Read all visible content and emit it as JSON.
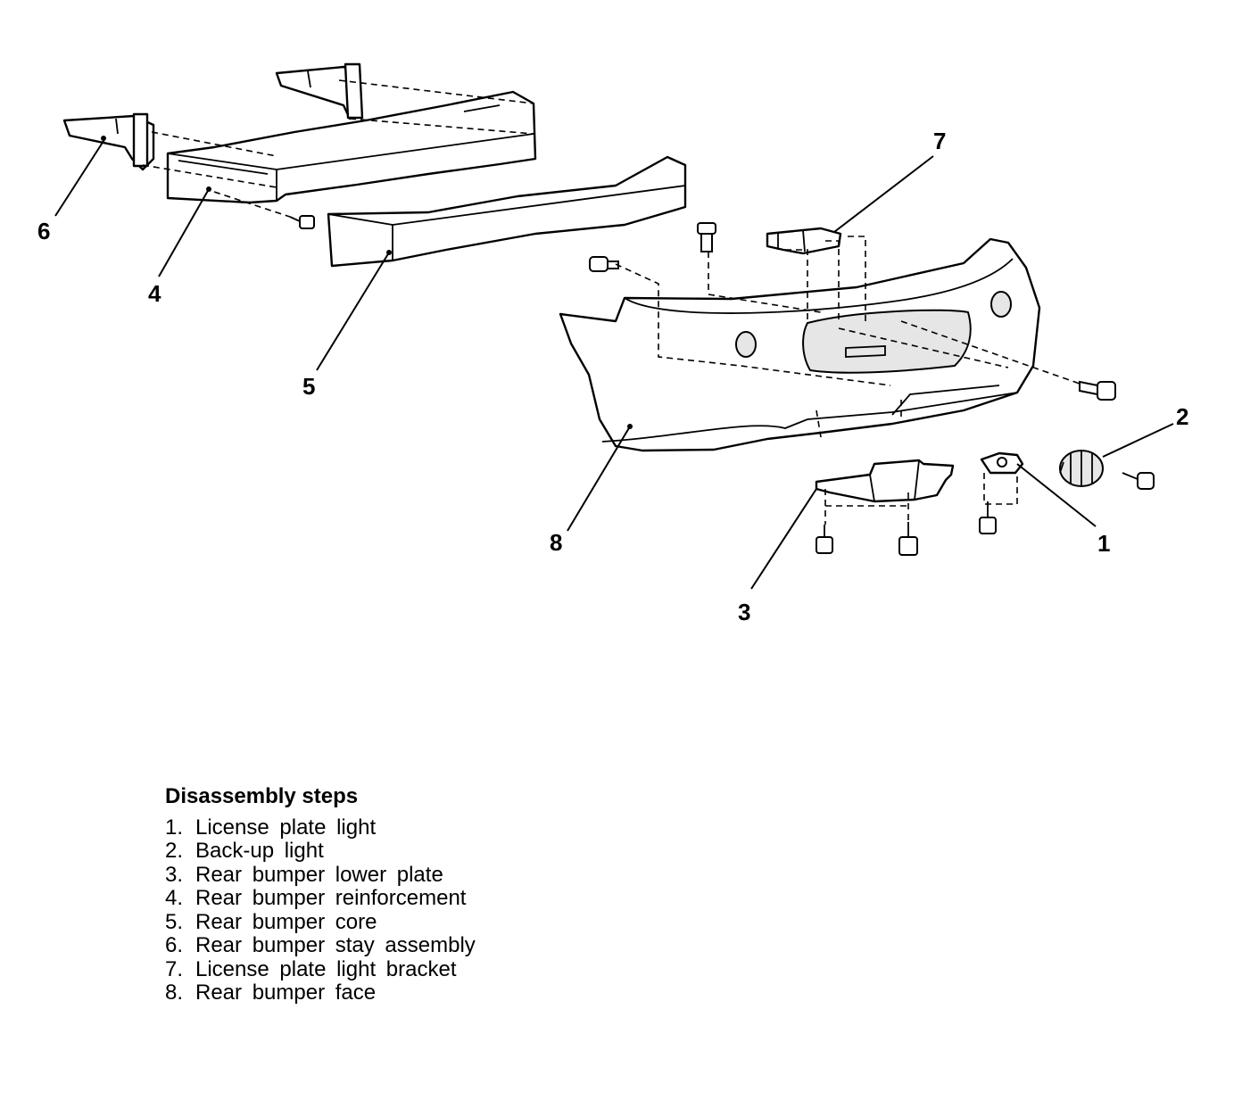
{
  "callouts": [
    "1",
    "2",
    "3",
    "4",
    "5",
    "6",
    "7",
    "8"
  ],
  "legend": {
    "title": "Disassembly steps",
    "steps": [
      {
        "num": "1.",
        "label": "License plate light"
      },
      {
        "num": "2.",
        "label": "Back-up light"
      },
      {
        "num": "3.",
        "label": "Rear bumper lower plate"
      },
      {
        "num": "4.",
        "label": "Rear bumper reinforcement"
      },
      {
        "num": "5.",
        "label": "Rear bumper core"
      },
      {
        "num": "6.",
        "label": "Rear bumper stay assembly"
      },
      {
        "num": "7.",
        "label": "License plate light bracket"
      },
      {
        "num": "8.",
        "label": "Rear bumper face"
      }
    ]
  }
}
